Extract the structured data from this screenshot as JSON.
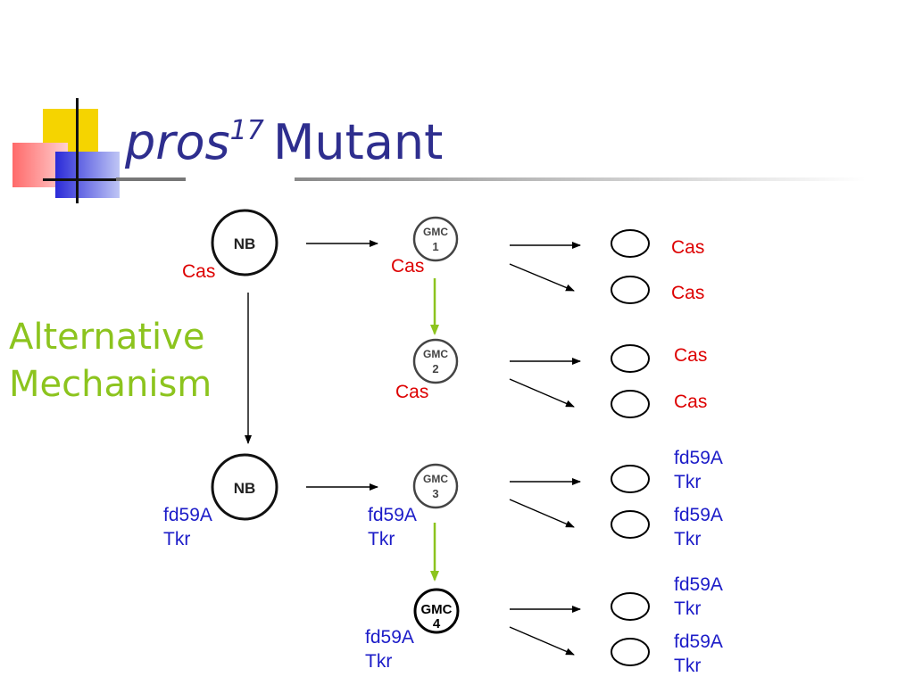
{
  "title": {
    "italic": "pros",
    "superscript": "17",
    "rest": "Mutant"
  },
  "side_label": {
    "line1": "Alternative",
    "line2": "Mechanism"
  },
  "colors": {
    "title": "#2e2e8e",
    "side_label": "#8cc41e",
    "cas": "#dd0000",
    "fd59a_tkr": "#1c1cc8",
    "green_arrow": "#8cc41e"
  },
  "cells": {
    "nb_top": "NB",
    "nb_bottom": "NB",
    "gmc1": [
      "GMC",
      "1"
    ],
    "gmc2": [
      "GMC",
      "2"
    ],
    "gmc3": [
      "GMC",
      "3"
    ],
    "gmc4": [
      "GMC",
      "4"
    ]
  },
  "labels": {
    "nb_top": "Cas",
    "gmc1": "Cas",
    "gmc2": "Cas",
    "nb_bottom": [
      "fd59A",
      "Tkr"
    ],
    "gmc3": [
      "fd59A",
      "Tkr"
    ],
    "gmc4": [
      "fd59A",
      "Tkr"
    ],
    "daughters": [
      "Cas",
      "Cas",
      "Cas",
      "Cas",
      [
        "fd59A",
        "Tkr"
      ],
      [
        "fd59A",
        "Tkr"
      ],
      [
        "fd59A",
        "Tkr"
      ],
      [
        "fd59A",
        "Tkr"
      ]
    ]
  }
}
